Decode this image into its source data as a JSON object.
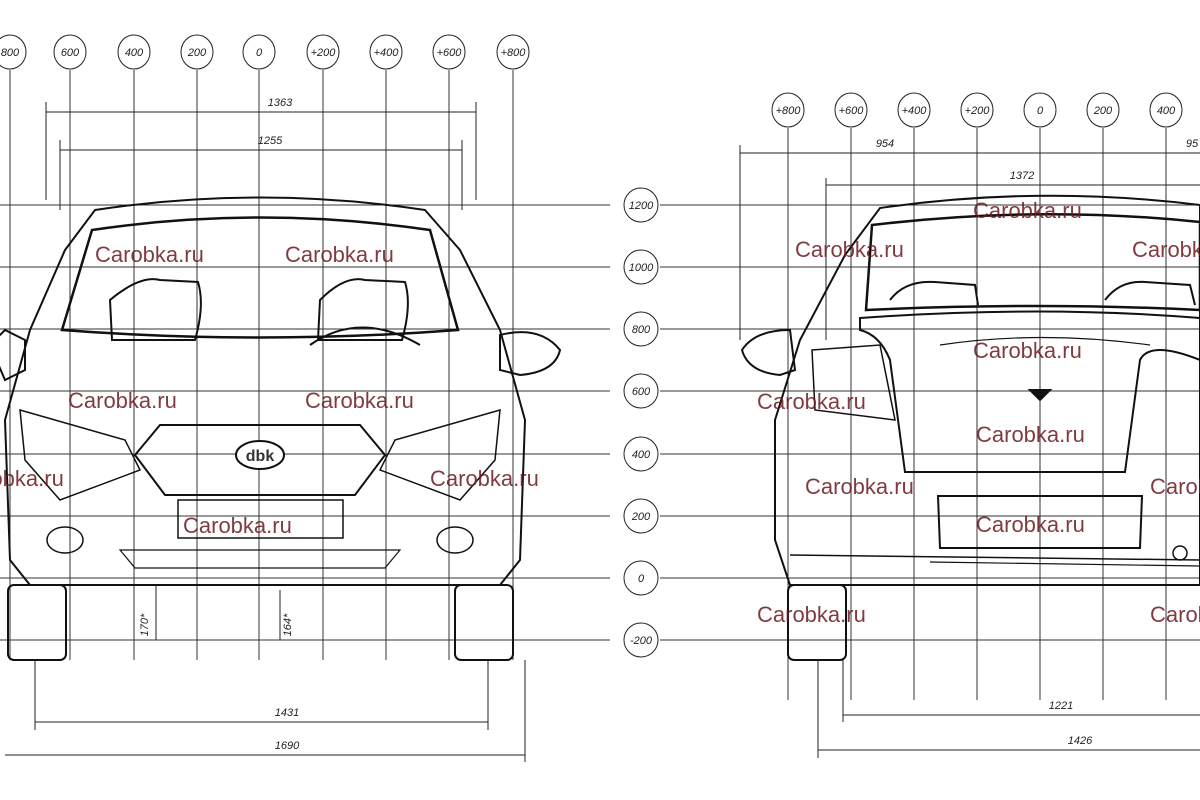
{
  "front_view": {
    "x_ticks": [
      "800",
      "600",
      "400",
      "200",
      "0",
      "+200",
      "+400",
      "+600",
      "+800"
    ],
    "dims": {
      "top_outer": "1363",
      "top_inner": "1255",
      "bottom_track": "1431",
      "bottom_width": "1690",
      "ground_left": "170*",
      "ground_right": "164*"
    },
    "grille_badge": "dbk"
  },
  "rear_view": {
    "x_ticks": [
      "+800",
      "+600",
      "+400",
      "+200",
      "0",
      "200",
      "400"
    ],
    "y_ticks": [
      "1200",
      "1000",
      "800",
      "600",
      "400",
      "200",
      "0",
      "-200"
    ],
    "dims": {
      "top_left": "954",
      "top_right": "95",
      "top_inner": "1372",
      "bottom_track": "1221",
      "bottom_width": "1426"
    }
  },
  "watermark": "Carobka.ru"
}
